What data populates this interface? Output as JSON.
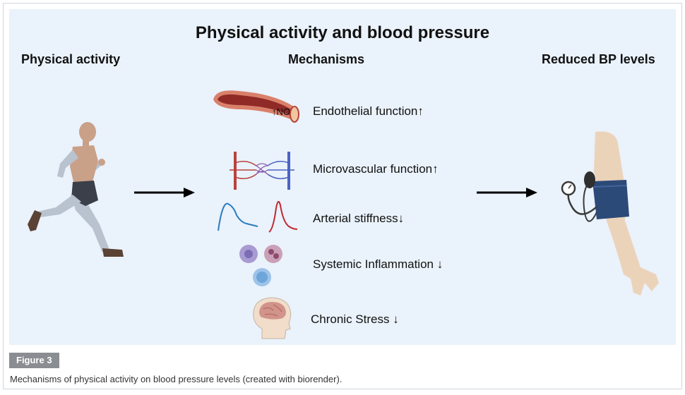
{
  "figure": {
    "title": "Physical activity and blood pressure",
    "columns": {
      "left": "Physical activity",
      "middle": "Mechanisms",
      "right": "Reduced BP levels"
    },
    "no_label": "↑NO",
    "mechanisms": [
      {
        "label": "Endothelial function↑",
        "icon": "blood-vessel-icon"
      },
      {
        "label": "Microvascular function↑",
        "icon": "capillary-network-icon"
      },
      {
        "label": "Arterial stiffness↓",
        "icon": "pulse-wave-icon"
      },
      {
        "label": "Systemic Inflammation ↓",
        "icon": "immune-cells-icon"
      },
      {
        "label": "Chronic Stress ↓",
        "icon": "brain-head-icon"
      }
    ],
    "illustrations": {
      "left": "runner-icon",
      "right": "blood-pressure-cuff-icon"
    }
  },
  "badge": "Figure 3",
  "caption": "Mechanisms of physical activity on blood pressure levels (created with biorender).",
  "colors": {
    "panel": "#eaf2fb",
    "artery": "#b8433d",
    "vein": "#4a63c4",
    "wave_blue": "#2b7bc0",
    "wave_red": "#c0262e",
    "cuff": "#2c4a78"
  }
}
